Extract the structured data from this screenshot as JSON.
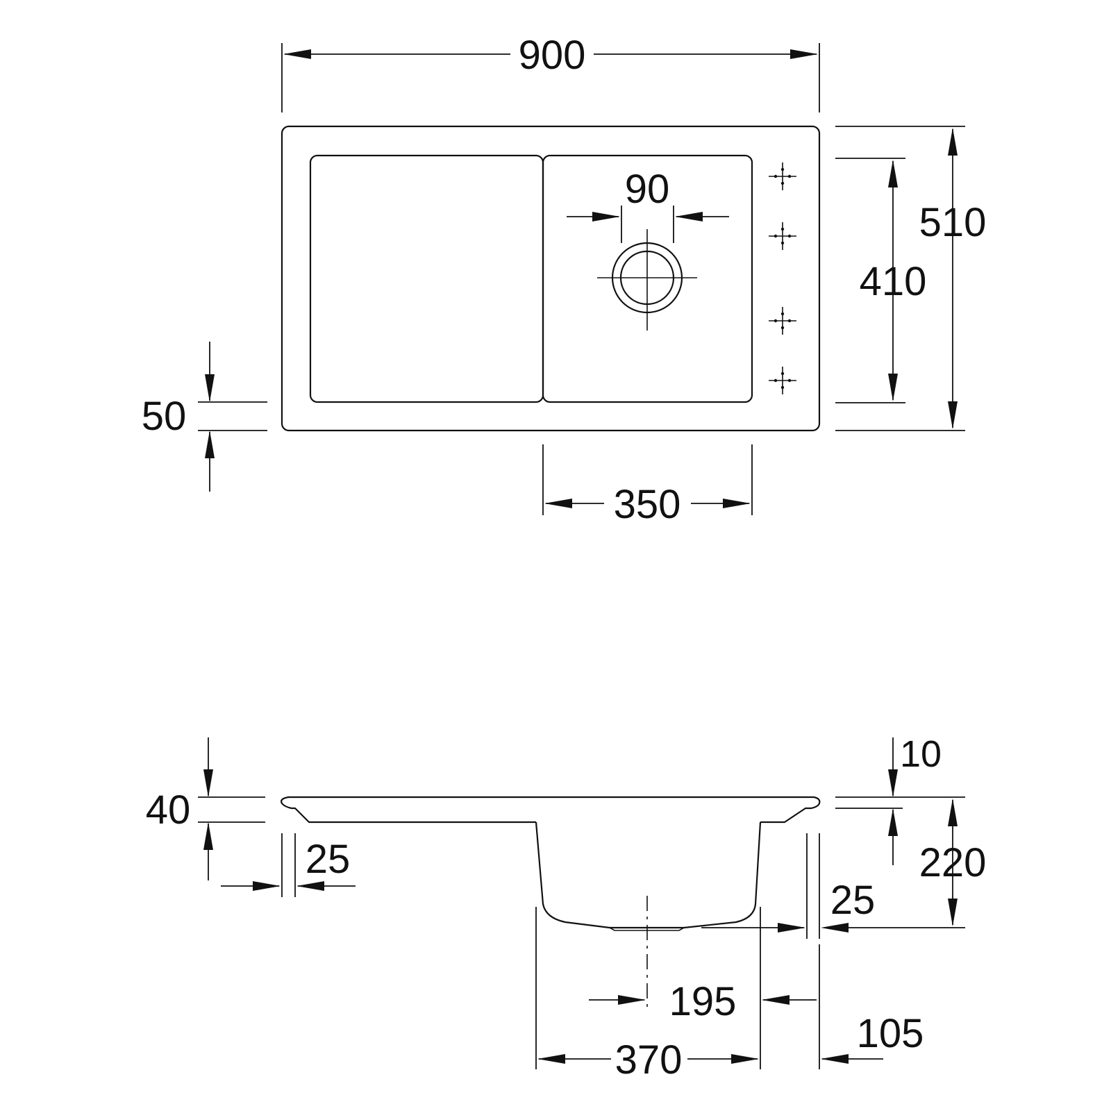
{
  "plan_view": {
    "overall_width": "900",
    "overall_depth": "510",
    "bowl_depth": "410",
    "front_margin": "50",
    "bowl_width": "350",
    "drain_diameter": "90"
  },
  "section_view": {
    "rim_thickness": "40",
    "rim_overhang": "25",
    "top_offset": "10",
    "bowl_height": "220",
    "right_wall": "25",
    "drain_offset": "195",
    "bowl_outer_width": "370",
    "right_margin": "105"
  }
}
